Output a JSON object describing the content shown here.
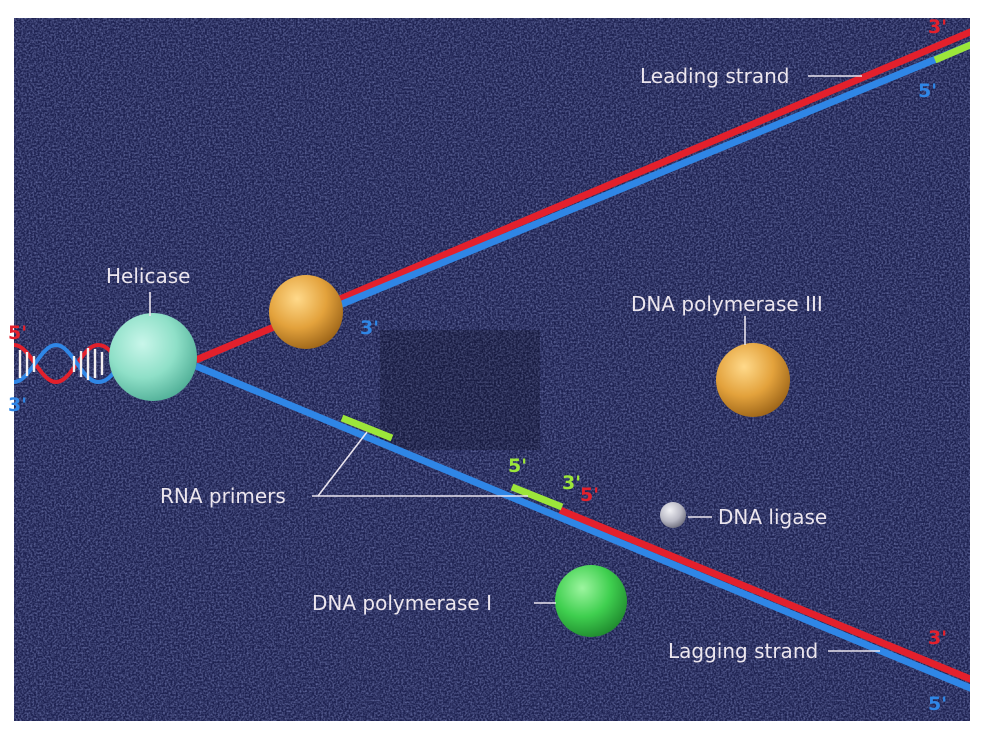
{
  "labels": {
    "leading_strand": "Leading strand",
    "lagging_strand": "Lagging strand",
    "helicase": "Helicase",
    "dna_polymerase_iii": "DNA polymerase III",
    "dna_polymerase_i": "DNA polymerase I",
    "dna_ligase": "DNA ligase",
    "rna_primers": "RNA primers"
  },
  "end_marks": {
    "leading_top_3": "3'",
    "leading_bottom_5": "5'",
    "leading_new_3": "3'",
    "lagging_bottom_3": "3'",
    "lagging_bottom_5": "5'",
    "primer_5": "5'",
    "primer_3": "3'",
    "fragment_5": "5'",
    "parent_left_5": "5'",
    "parent_left_3": "3'"
  },
  "colors": {
    "background": "#1d2150",
    "parent_strand_red": "#e3202c",
    "parent_strand_blue": "#2f86e6",
    "rna_primer": "#9ce63a",
    "helicase": "#8fe0c8",
    "dna_polymerase_iii": "#e3a23c",
    "dna_polymerase_i": "#3fcf4f",
    "dna_ligase": "#b8b8c4"
  }
}
